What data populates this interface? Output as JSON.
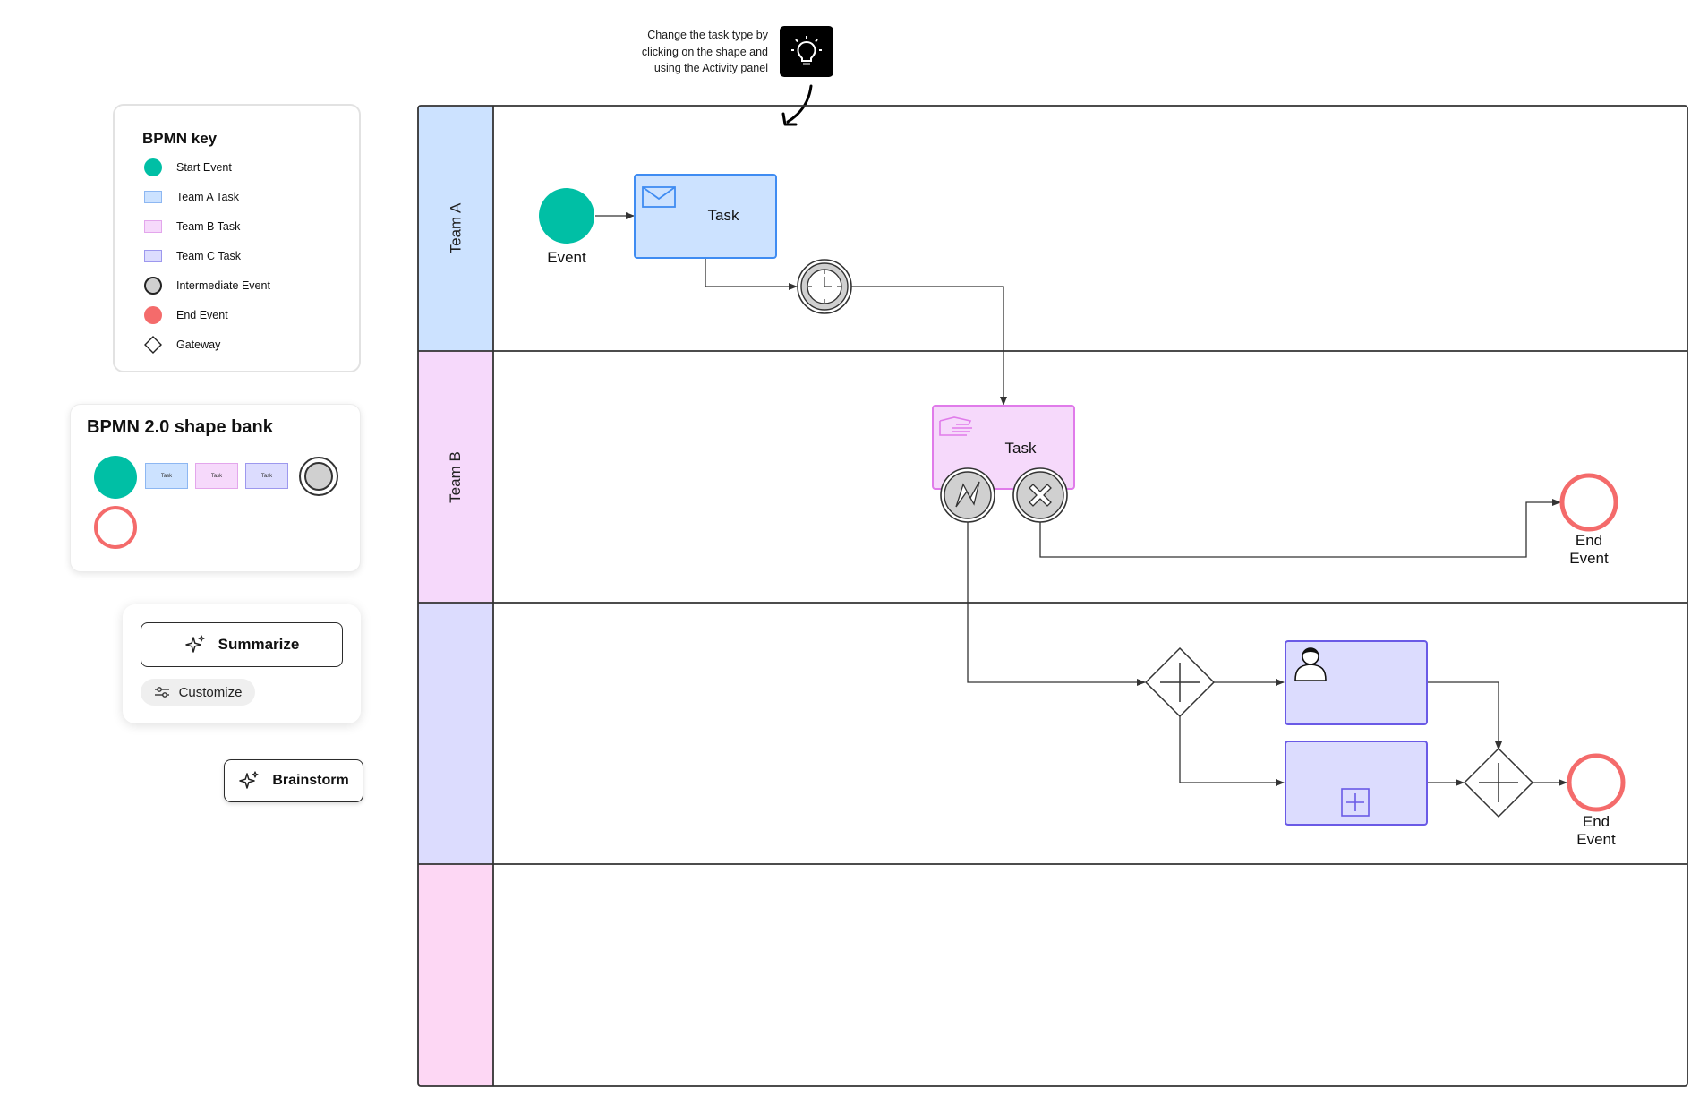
{
  "tip": {
    "lines": [
      "Change the task type by",
      "clicking on the shape and",
      "using the Activity panel"
    ],
    "icon": "lightbulb-icon"
  },
  "key": {
    "title": "BPMN key",
    "items": [
      {
        "label": "Start Event",
        "shape": "circle",
        "color": "#00BFA5"
      },
      {
        "label": "Team A Task",
        "shape": "rect",
        "color": "#CCE2FF"
      },
      {
        "label": "Team B Task",
        "shape": "rect",
        "color": "#F6D9FB"
      },
      {
        "label": "Team C Task",
        "shape": "rect",
        "color": "#DCDCFE"
      },
      {
        "label": "Intermediate Event",
        "shape": "circle",
        "color": "#D0D0D0"
      },
      {
        "label": "End Event",
        "shape": "circle",
        "color": "#F46B6B"
      },
      {
        "label": "Gateway",
        "shape": "diamond",
        "color": "#FFFFFF"
      }
    ]
  },
  "shape_bank": {
    "title": "BPMN 2.0 shape bank",
    "task_label": "Task"
  },
  "ai": {
    "summarize": "Summarize",
    "customize": "Customize",
    "brainstorm": "Brainstorm"
  },
  "lanes": [
    {
      "label": "Team A",
      "color": "#CCE2FF"
    },
    {
      "label": "Team B",
      "color": "#F6D9FB"
    },
    {
      "label": "",
      "color": "#DCDCFE"
    },
    {
      "label": "",
      "color": "#FDD7F4"
    }
  ],
  "nodes": {
    "start_event": "Event",
    "task_a": "Task",
    "task_b": "Task",
    "end_event_b": [
      "End",
      "Event"
    ],
    "end_event_c": [
      "End",
      "Event"
    ]
  },
  "colors": {
    "start": "#00BFA5",
    "end": "#F46B6B",
    "intermediate": "#D0D0D0",
    "team_a_border": "#3F8CF2",
    "team_b_border": "#E07BEA",
    "team_c_border": "#6A5AE6"
  }
}
